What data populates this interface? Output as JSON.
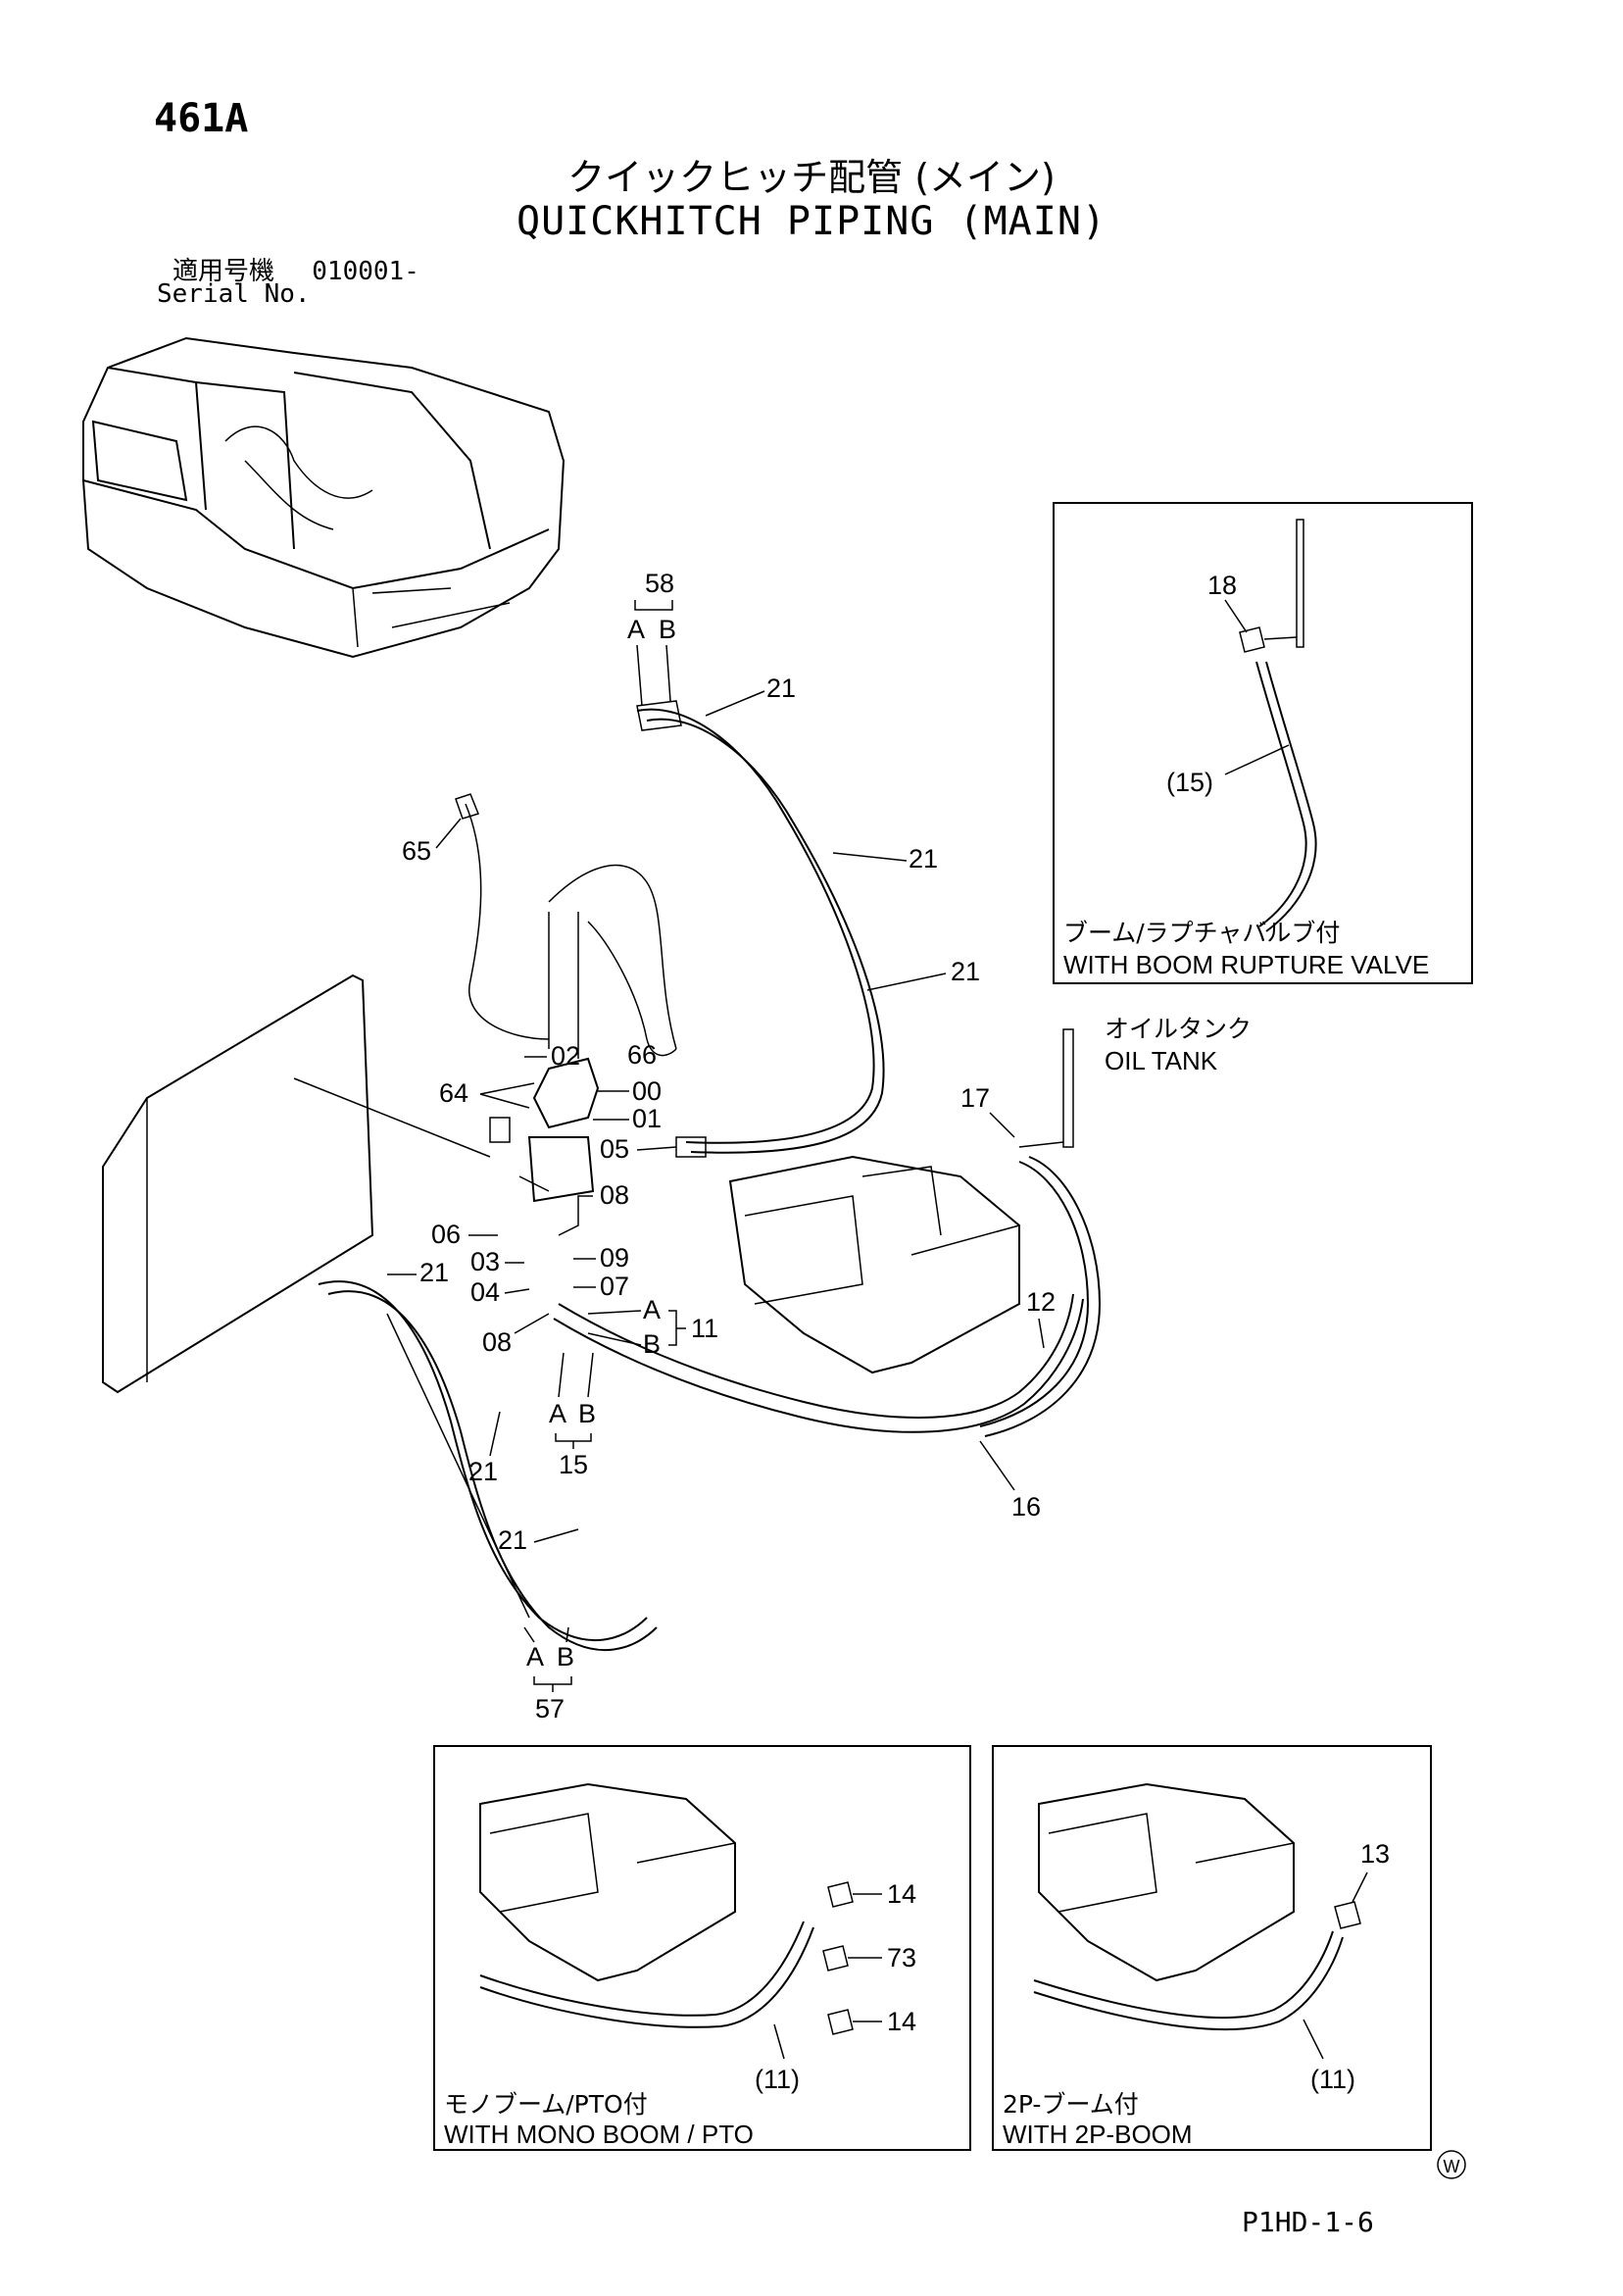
{
  "header": {
    "page_number": "461A",
    "title_jp": "クイックヒッチ配管 (メイン)",
    "title_en": "QUICKHITCH PIPING (MAIN)",
    "serial_label_jp": "適用号機",
    "serial_range": "010001-",
    "serial_label_en": "Serial No."
  },
  "main_diagram": {
    "part_labels": [
      "58",
      "A",
      "B",
      "21",
      "21",
      "21",
      "65",
      "02",
      "64",
      "00",
      "01",
      "66",
      "05",
      "08",
      "06",
      "03",
      "09",
      "04",
      "07",
      "08",
      "21",
      "A",
      "B",
      "11",
      "12",
      "A",
      "B",
      "15",
      "16",
      "21",
      "21",
      "A",
      "B",
      "57",
      "17"
    ],
    "oil_tank_jp": "オイルタンク",
    "oil_tank_en": "OIL TANK"
  },
  "inset_rupture": {
    "labels": [
      "18",
      "(15)"
    ],
    "caption_jp": "ブーム/ラプチャバルブ付",
    "caption_en": "WITH BOOM RUPTURE VALVE"
  },
  "inset_mono": {
    "labels": [
      "14",
      "73",
      "14",
      "(11)"
    ],
    "caption_jp": "モノブーム/PTO付",
    "caption_en": "WITH MONO BOOM / PTO"
  },
  "inset_2p": {
    "labels": [
      "13",
      "(11)"
    ],
    "caption_jp": "2P-ブーム付",
    "caption_en": "WITH 2P-BOOM"
  },
  "footer": {
    "mark": "W",
    "code": "P1HD-1-6"
  }
}
